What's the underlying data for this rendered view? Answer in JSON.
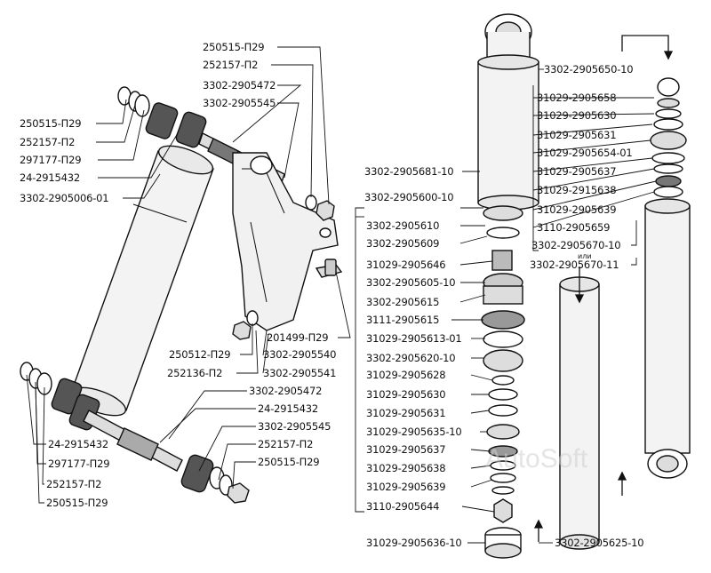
{
  "labels_left": {
    "l1": "250515-П29",
    "l2": "252157-П2",
    "l3": "297177-П29",
    "l4": "24-2915432",
    "l5": "3302-2905006-01"
  },
  "labels_top_center": {
    "t1": "250515-П29",
    "t2": "252157-П2",
    "t3": "3302-2905472",
    "t4": "3302-2905545"
  },
  "labels_bracket": {
    "b1": "201499-П29",
    "b2": "250512-П29",
    "b3": "252136-П2",
    "b4": "3302-2905540",
    "b5": "3302-2905541"
  },
  "labels_bottom_center": {
    "c1": "3302-2905472",
    "c2": "24-2915432",
    "c3": "3302-2905545",
    "c4": "252157-П2",
    "c5": "250515-П29"
  },
  "labels_bottom_left": {
    "d1": "24-2915432",
    "d2": "297177-П29",
    "d3": "252157-П2",
    "d4": "250515-П29"
  },
  "labels_mid": {
    "m1": "3302-2905681-10",
    "m2": "3302-2905600-10",
    "m3": "3302-2905610",
    "m4": "3302-2905609",
    "m5": "31029-2905646",
    "m6": "3302-2905605-10",
    "m7": "3302-2905615",
    "m8": "3111-2905615",
    "m9": "31029-2905613-01",
    "m10": "3302-2905620-10",
    "m11": "31029-2905628",
    "m12": "31029-2905630",
    "m13": "31029-2905631",
    "m14": "31029-2905635-10",
    "m15": "31029-2905637",
    "m16": "31029-2905638",
    "m17": "31029-2905639",
    "m18": "3110-2905644",
    "m19": "31029-2905636-10"
  },
  "labels_right": {
    "r1": "3302-2905650-10",
    "r2": "31029-2905658",
    "r3": "31029-2905630",
    "r4": "31029-2905631",
    "r5": "31029-2905654-01",
    "r6": "31029-2905637",
    "r7": "31029-2915638",
    "r8": "31029-2905639",
    "r9": "3110-2905659",
    "r10": "3302-2905670-10",
    "r11": "или",
    "r12": "3302-2905670-11",
    "r13": "3302-2905625-10"
  },
  "watermark": "AutoSoft"
}
